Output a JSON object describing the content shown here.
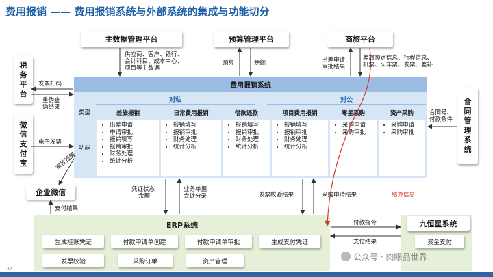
{
  "title": "费用报销 —— 费用报销系统与外部系统的集成与功能切分",
  "external": {
    "mdm": "主数据管理平台",
    "budget": "预算管理平台",
    "travel": "商旅平台",
    "tax": [
      "税",
      "务",
      "平",
      "台"
    ],
    "wechatpay": [
      "微",
      "信",
      "支",
      "付",
      "宝"
    ],
    "contract": [
      "合",
      "同",
      "管",
      "理",
      "系",
      "统"
    ],
    "wework": "企业微信",
    "jhx": "九恒星系统"
  },
  "flows": {
    "mdm_data": [
      "供应商、客户、银行、",
      "会计科目、成本中心、",
      "项目等主数据"
    ],
    "budget_out": "预算",
    "budget_in": "余额",
    "travel_out": [
      "出差申请",
      "审批结果"
    ],
    "travel_in": [
      "差旅预定信息、行程信息、",
      "机票、火车票、发票、差补"
    ],
    "invoice_scan": "发票扫码",
    "verify_result": [
      "重伪查",
      "询结果"
    ],
    "e_invoice": "电子发票",
    "approval_remind": "审批提醒",
    "contract_in": [
      "合同号、",
      "付款条件"
    ],
    "voucher_status": [
      "凭证状态",
      "余额"
    ],
    "business_docs": [
      "业务单据",
      "会计分录"
    ],
    "invoice_check_result": "发票校验结果",
    "purchase_approval_result": "采购申请结果",
    "settlement_info": "结算信息",
    "payment_result_left": "支付结果",
    "payment_instruction": "付款指令",
    "payment_result_right": "支付结果"
  },
  "fs": {
    "title": "费用报销系统",
    "private": "对私",
    "public": "对公",
    "type_label": "类型",
    "func_label": "功能",
    "columns": [
      {
        "header": "差旅报销",
        "items": [
          "出差申请",
          "申请审批",
          "报销填写",
          "报销审批",
          "财务处理",
          "统计分析"
        ]
      },
      {
        "header": "日常费用报销",
        "items": [
          "报销填写",
          "报销审批",
          "财务处理",
          "统计分析"
        ]
      },
      {
        "header": "借款还款",
        "items": [
          "报销填写",
          "报销审批",
          "财务处理",
          "统计分析"
        ]
      },
      {
        "header": "项目费用报销",
        "items": [
          "报销填写",
          "报销审批",
          "财务处理",
          "统计分析"
        ]
      },
      {
        "header": "零星采购",
        "items": [
          "采购申请",
          "采购审批"
        ]
      },
      {
        "header": "资产采购",
        "items": [
          "采购申请",
          "采购审批"
        ]
      }
    ]
  },
  "erp": {
    "title": "ERP系统",
    "row1": [
      "生成挂账凭证",
      "付款申请单创建",
      "付款申请单审批",
      "生成支付凭证"
    ],
    "row2": [
      "发票校验",
      "采购订单",
      "资产管理"
    ]
  },
  "jhx_func": "资金支付",
  "page_number": "37",
  "watermark": "公众号 · 肉眼品世界",
  "colors": {
    "title_blue": "#1f5fa8",
    "fs_bg": "#d7e6f5",
    "fs_header": "#9bbde3",
    "erp_bg": "#e6f0d9",
    "red": "#d43a2c"
  }
}
